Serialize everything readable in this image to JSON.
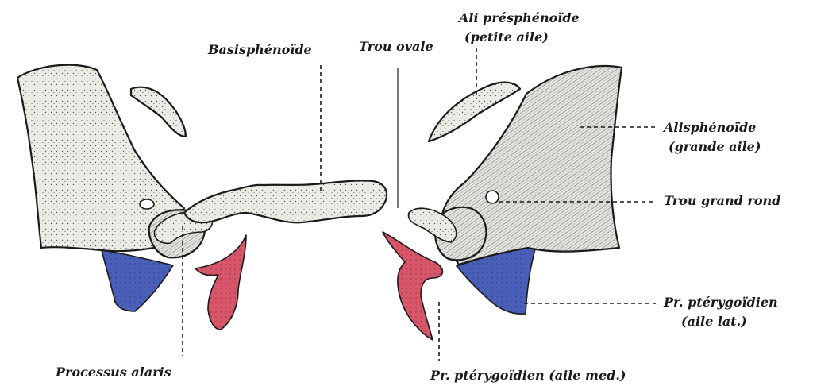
{
  "colors": {
    "bone": "#ecebe6",
    "outline": "#1a1a1a",
    "pterygoid_lateral": "#4a5fb8",
    "pterygoid_medial": "#d8566a",
    "background": "#ffffff"
  },
  "labels": {
    "basisphenoide": "Basisphénoïde",
    "trou_ovale": "Trou ovale",
    "ali_presphenoide": "Ali présphénoïde",
    "petite_aile": "(petite aile)",
    "alisphenoide": "Alisphénoïde",
    "grande_aile": "(grande aile)",
    "trou_grand_rond": "Trou grand rond",
    "pr_pterygoidien": "Pr. ptérygoïdien",
    "aile_lat": "(aile lat.)",
    "processus_alaris": "Processus alaris",
    "pr_pterygoidien_aile_med": "Pr. ptérygoïdien (aile med.)"
  }
}
